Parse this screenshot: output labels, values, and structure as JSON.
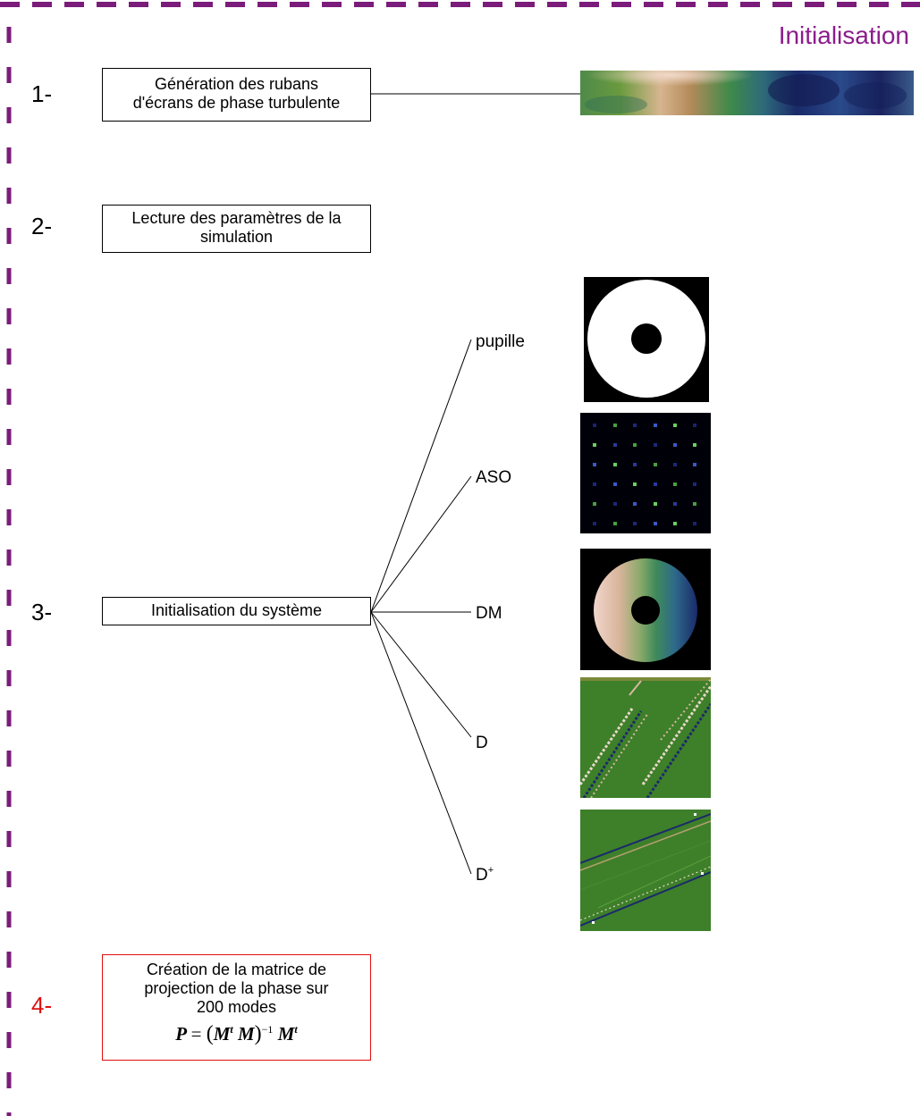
{
  "header": {
    "title": "Initialisation"
  },
  "steps": [
    {
      "number": "1-",
      "lines": [
        "Génération des rubans",
        "d'écrans de phase turbulente"
      ]
    },
    {
      "number": "2-",
      "lines": [
        "Lecture des paramètres de la",
        "simulation"
      ]
    },
    {
      "number": "3-",
      "lines": [
        "Initialisation du système"
      ]
    },
    {
      "number": "4-",
      "lines": [
        "Création de la matrice de",
        "projection de la phase sur",
        "200 modes"
      ]
    }
  ],
  "branches": [
    {
      "label": "pupille",
      "image": "pupil-mask"
    },
    {
      "label": "ASO",
      "image": "wavefront-sensor-spots"
    },
    {
      "label": "DM",
      "image": "deformable-mirror-phase"
    },
    {
      "label": "D",
      "image": "interaction-matrix"
    },
    {
      "label": "D",
      "sup": "+",
      "image": "command-matrix"
    }
  ],
  "formula": {
    "lhs": "P",
    "eq": "=",
    "m1": "M",
    "t": "t",
    "m2": "M",
    "inv": "−1",
    "m3": "M"
  },
  "images": {
    "phase_screen": "turbulent-phase-screen"
  },
  "colors": {
    "frame_dash": "#7b1c7b",
    "title": "#8b1c8d",
    "step4": "#e01010",
    "matrix_bg": "#3e7f2a",
    "phase_navy": "#1a2a6a"
  }
}
